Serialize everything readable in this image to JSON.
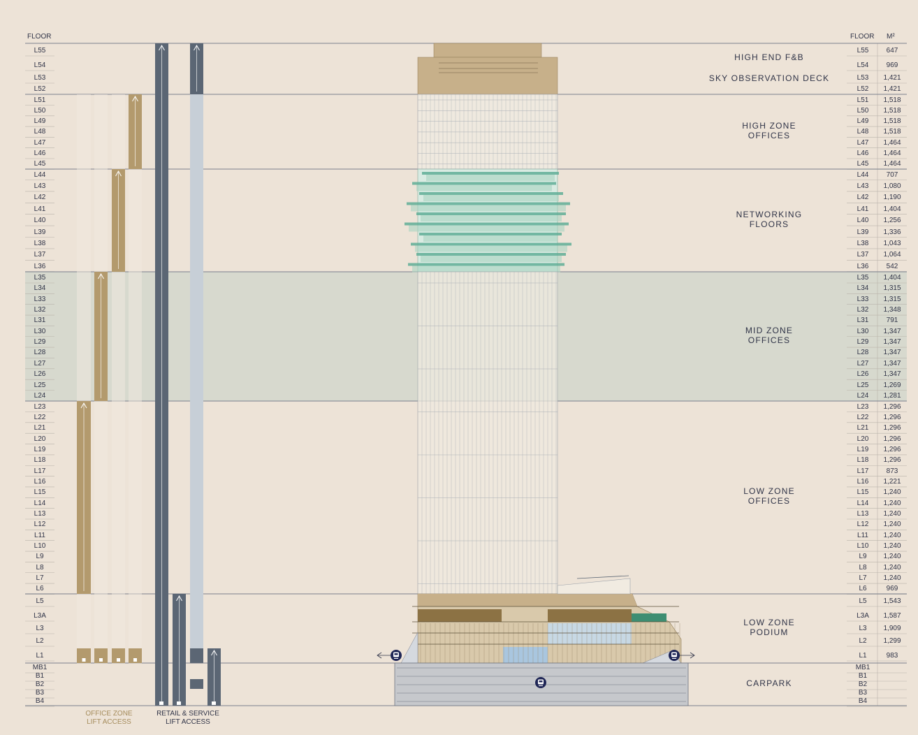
{
  "headers": {
    "floor_left": "FLOOR",
    "floor_right": "FLOOR",
    "area": "M²"
  },
  "floors": [
    {
      "f": "L55",
      "a": "647"
    },
    {
      "f": "L54",
      "a": "969"
    },
    {
      "f": "L53",
      "a": "1,421"
    },
    {
      "f": "L52",
      "a": "1,421"
    },
    {
      "f": "L51",
      "a": "1,518"
    },
    {
      "f": "L50",
      "a": "1,518"
    },
    {
      "f": "L49",
      "a": "1,518"
    },
    {
      "f": "L48",
      "a": "1,518"
    },
    {
      "f": "L47",
      "a": "1,464"
    },
    {
      "f": "L46",
      "a": "1,464"
    },
    {
      "f": "L45",
      "a": "1,464"
    },
    {
      "f": "L44",
      "a": "707"
    },
    {
      "f": "L43",
      "a": "1,080"
    },
    {
      "f": "L42",
      "a": "1,190"
    },
    {
      "f": "L41",
      "a": "1,404"
    },
    {
      "f": "L40",
      "a": "1,256"
    },
    {
      "f": "L39",
      "a": "1,336"
    },
    {
      "f": "L38",
      "a": "1,043"
    },
    {
      "f": "L37",
      "a": "1,064"
    },
    {
      "f": "L36",
      "a": "542"
    },
    {
      "f": "L35",
      "a": "1,404"
    },
    {
      "f": "L34",
      "a": "1,315"
    },
    {
      "f": "L33",
      "a": "1,315"
    },
    {
      "f": "L32",
      "a": "1,348"
    },
    {
      "f": "L31",
      "a": "791"
    },
    {
      "f": "L30",
      "a": "1,347"
    },
    {
      "f": "L29",
      "a": "1,347"
    },
    {
      "f": "L28",
      "a": "1,347"
    },
    {
      "f": "L27",
      "a": "1,347"
    },
    {
      "f": "L26",
      "a": "1,347"
    },
    {
      "f": "L25",
      "a": "1,269"
    },
    {
      "f": "L24",
      "a": "1,281"
    },
    {
      "f": "L23",
      "a": "1,296"
    },
    {
      "f": "L22",
      "a": "1,296"
    },
    {
      "f": "L21",
      "a": "1,296"
    },
    {
      "f": "L20",
      "a": "1,296"
    },
    {
      "f": "L19",
      "a": "1,296"
    },
    {
      "f": "L18",
      "a": "1,296"
    },
    {
      "f": "L17",
      "a": "873"
    },
    {
      "f": "L16",
      "a": "1,221"
    },
    {
      "f": "L15",
      "a": "1,240"
    },
    {
      "f": "L14",
      "a": "1,240"
    },
    {
      "f": "L13",
      "a": "1,240"
    },
    {
      "f": "L12",
      "a": "1,240"
    },
    {
      "f": "L11",
      "a": "1,240"
    },
    {
      "f": "L10",
      "a": "1,240"
    },
    {
      "f": "L9",
      "a": "1,240"
    },
    {
      "f": "L8",
      "a": "1,240"
    },
    {
      "f": "L7",
      "a": "1,240"
    },
    {
      "f": "L6",
      "a": "969"
    },
    {
      "f": "L5",
      "a": "1,543"
    },
    {
      "f": "L3A",
      "a": "1,587"
    },
    {
      "f": "L3",
      "a": "1,909"
    },
    {
      "f": "L2",
      "a": "1,299"
    },
    {
      "f": "L1",
      "a": "983"
    },
    {
      "f": "MB1",
      "a": ""
    },
    {
      "f": "B1",
      "a": ""
    },
    {
      "f": "B2",
      "a": ""
    },
    {
      "f": "B3",
      "a": ""
    },
    {
      "f": "B4",
      "a": ""
    }
  ],
  "zones": [
    {
      "name": "HIGH END F&B"
    },
    {
      "name": "SKY OBSERVATION DECK"
    },
    {
      "name": "HIGH ZONE\nOFFICES"
    },
    {
      "name": "NETWORKING\nFLOORS"
    },
    {
      "name": "MID ZONE\nOFFICES"
    },
    {
      "name": "LOW ZONE\nOFFICES"
    },
    {
      "name": "LOW ZONE\nPODIUM"
    },
    {
      "name": "CARPARK"
    }
  ],
  "legend": {
    "office": "OFFICE ZONE\nLIFT ACCESS",
    "retail": "RETAIL & SERVICE\nLIFT ACCESS"
  },
  "icons": [
    "metro-icon-left",
    "metro-icon-right",
    "metro-icon-carpark"
  ],
  "colors": {
    "background": "#ede3d7",
    "midzone_band": "#d7d9ce",
    "office_lift": "#b39a6d",
    "retail_lift": "#5b6674",
    "service_lift": "#c7cfd7",
    "tower_glass": "#efe9df",
    "tower_gold": "#c7b08a",
    "networking_green": "#5fae97",
    "carpark": "#c6c8cc",
    "ink": "#2f3347"
  }
}
